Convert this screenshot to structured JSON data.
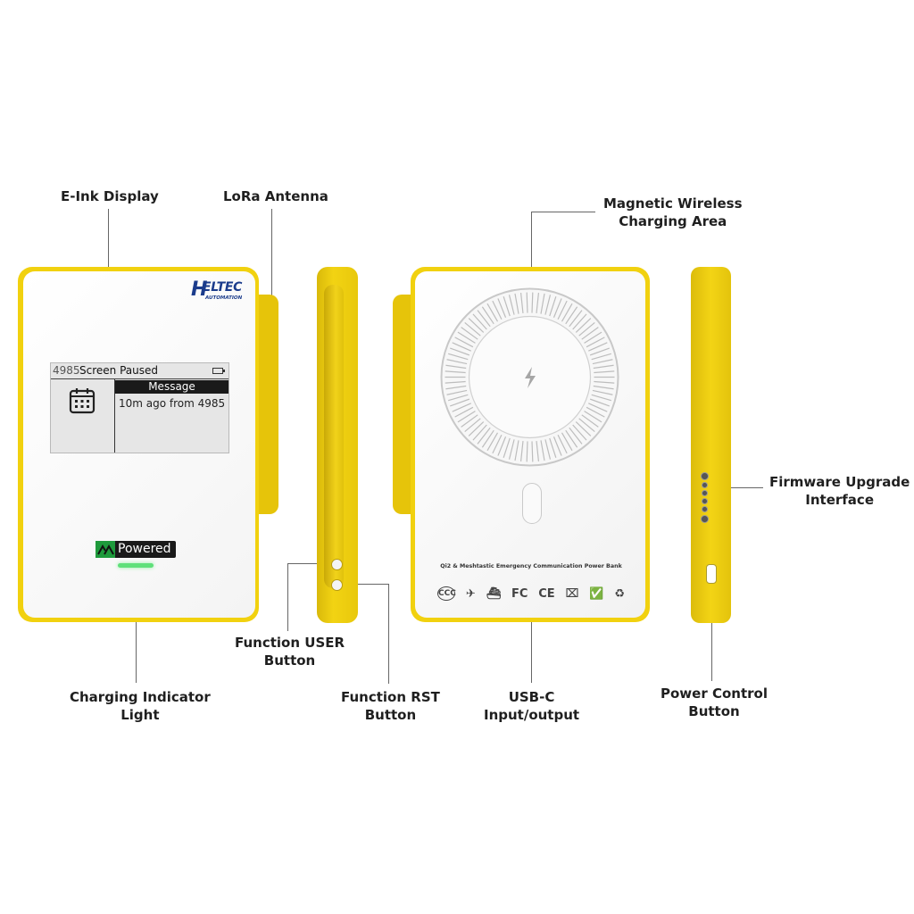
{
  "labels": {
    "eink": "E-Ink Display",
    "lora": "LoRa Antenna",
    "magnetic_1": "Magnetic Wireless",
    "magnetic_2": "Charging Area",
    "firmware_1": "Firmware Upgrade",
    "firmware_2": "Interface",
    "user_1": "Function USER",
    "user_2": "Button",
    "charging_1": "Charging Indicator",
    "charging_2": "Light",
    "rst_1": "Function RST",
    "rst_2": "Button",
    "usbc_1": "USB-C",
    "usbc_2": "Input/output",
    "power_1": "Power Control",
    "power_2": "Button"
  },
  "device_front": {
    "brand_main": "ELTEC",
    "brand_initial": "H",
    "brand_sub": "AUTOMATION",
    "screen": {
      "node_id": "4985",
      "title": "Screen Paused",
      "message_header": "Message",
      "message_text": "10m ago from 4985"
    },
    "badge": "Powered"
  },
  "device_back": {
    "product_text": "Qi2 & Meshtastic Emergency Communication Power Bank",
    "certifications": [
      "CCC",
      "plane-icon",
      "ship-icon",
      "FC",
      "CE",
      "weee-icon",
      "rohs-icon",
      "recycle-icon"
    ]
  },
  "colors": {
    "shell": "#f1d10f",
    "led": "#5fe07a",
    "logo": "#1b3c8c"
  }
}
